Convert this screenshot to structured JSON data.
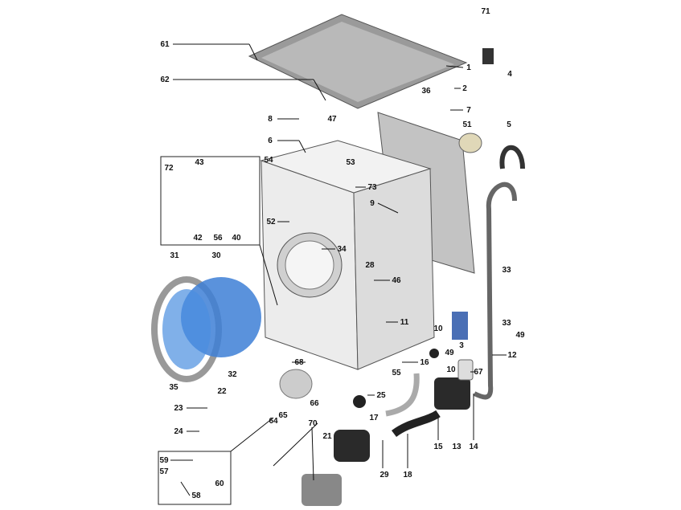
{
  "title": "Washing machine exploded parts diagram",
  "labels": {
    "p71": "71",
    "p61": "61",
    "p1": "1",
    "p62": "62",
    "p2": "2",
    "p4": "4",
    "p36": "36",
    "p7": "7",
    "p8": "8",
    "p47": "47",
    "p5": "5",
    "p51": "51",
    "p6": "6",
    "p43": "43",
    "p72": "72",
    "p53": "53",
    "p54": "54",
    "p73": "73",
    "p9": "9",
    "p52": "52",
    "p42": "42",
    "p56": "56",
    "p40": "40",
    "p34": "34",
    "p28": "28",
    "p31": "31",
    "p30": "30",
    "p33a": "33",
    "p46": "46",
    "p33b": "33",
    "p11": "11",
    "p10a": "10",
    "p49a": "49",
    "p3": "3",
    "p49b": "49",
    "p12": "12",
    "p16": "16",
    "p67": "67",
    "p10b": "10",
    "p68": "68",
    "p32": "32",
    "p35": "35",
    "p55": "55",
    "p25": "25",
    "p23": "23",
    "p22": "22",
    "p66": "66",
    "p64": "64",
    "p65": "65",
    "p70": "70",
    "p17": "17",
    "p24": "24",
    "p21": "21",
    "p15": "15",
    "p13": "13",
    "p14": "14",
    "p29": "29",
    "p18": "18",
    "p59": "59",
    "p57": "57",
    "p60": "60",
    "p58": "58"
  },
  "colors": {
    "drum_blue": "#3d7fd6",
    "panel_gray": "#c8c8c8",
    "cabinet": "#e8e8e8",
    "dark_part": "#2a2a2a"
  }
}
